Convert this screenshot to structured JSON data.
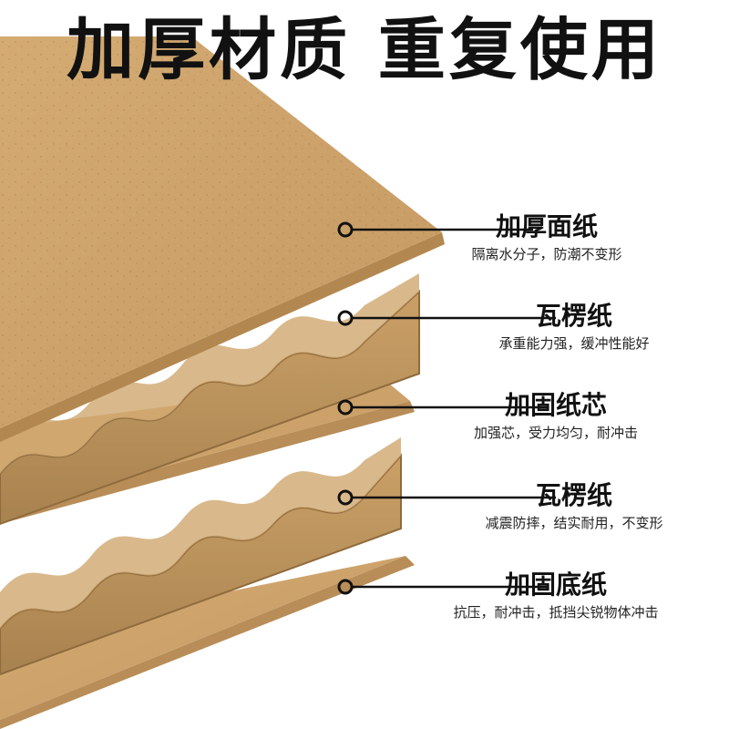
{
  "headline": "加厚材质 重复使用",
  "colors": {
    "kraft": "#c9a06a",
    "kraft_dark": "#a8824f",
    "kraft_light": "#d8b27c",
    "text": "#111111"
  },
  "layers": [
    {
      "title": "加厚面纸",
      "desc": "隔离水分子，防潮不变形"
    },
    {
      "title": "瓦楞纸",
      "desc": "承重能力强，缓冲性能好"
    },
    {
      "title": "加固纸芯",
      "desc": "加强芯，受力均匀，耐冲击"
    },
    {
      "title": "瓦楞纸",
      "desc": "减震防摔，结实耐用，不变形"
    },
    {
      "title": "加固底纸",
      "desc": "抗压，耐冲击，抵挡尖锐物体冲击"
    }
  ]
}
